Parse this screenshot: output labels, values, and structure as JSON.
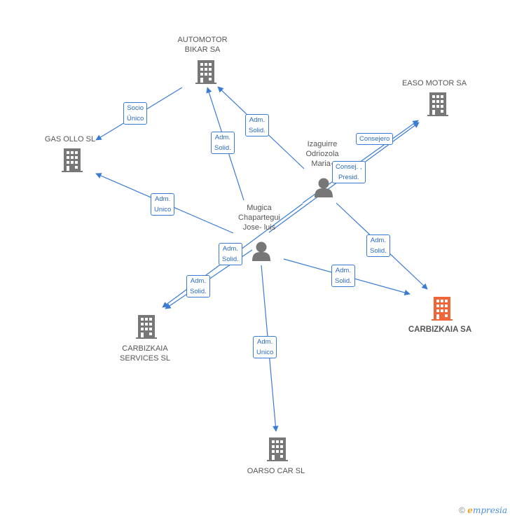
{
  "nodes": {
    "automotor_bikar": {
      "name": "AUTOMOTOR BIKAR SA",
      "lines": [
        "AUTOMOTOR",
        "BIKAR SA"
      ]
    },
    "easo_motor": {
      "name": "EASO MOTOR SA",
      "lines": [
        "EASO MOTOR SA"
      ]
    },
    "gas_ollo": {
      "name": "GAS OLLO SL",
      "lines": [
        "GAS OLLO SL"
      ]
    },
    "izaguirre": {
      "name": "Izaguirre Odriozola Maria-",
      "lines": [
        "Izaguirre",
        "Odriozola",
        "Maria-"
      ]
    },
    "mugica": {
      "name": "Mugica Chapartegui Jose- luis",
      "lines": [
        "Mugica",
        "Chapartegui",
        "Jose- luis"
      ]
    },
    "carbizkaia_sa": {
      "name": "CARBIZKAIA SA",
      "lines": [
        "CARBIZKAIA SA"
      ]
    },
    "carbizkaia_services": {
      "name": "CARBIZKAIA SERVICES SL",
      "lines": [
        "CARBIZKAIA",
        "SERVICES SL"
      ]
    },
    "oarso_car": {
      "name": "OARSO CAR SL",
      "lines": [
        "OARSO CAR SL"
      ]
    }
  },
  "edges": [
    {
      "id": "e1",
      "from": "automotor_bikar",
      "to": "gas_ollo",
      "lines": [
        "Socio",
        "Único"
      ]
    },
    {
      "id": "e2",
      "from": "izaguirre",
      "to": "automotor_bikar",
      "lines": [
        "Adm.",
        "Solid."
      ]
    },
    {
      "id": "e3",
      "from": "mugica",
      "to": "automotor_bikar",
      "lines": [
        "Adm.",
        "Solid."
      ]
    },
    {
      "id": "e4",
      "from": "mugica",
      "to": "gas_ollo",
      "lines": [
        "Adm.",
        "Unico"
      ]
    },
    {
      "id": "e5",
      "from": "izaguirre",
      "to": "easo_motor",
      "lines": [
        "Consejero"
      ]
    },
    {
      "id": "e6",
      "from": "mugica",
      "to": "easo_motor",
      "lines": [
        "Consej. ,",
        "Presid."
      ]
    },
    {
      "id": "e7",
      "from": "izaguirre",
      "to": "carbizkaia_sa",
      "lines": [
        "Adm.",
        "Solid."
      ]
    },
    {
      "id": "e8",
      "from": "mugica",
      "to": "carbizkaia_sa",
      "lines": [
        "Adm.",
        "Solid."
      ]
    },
    {
      "id": "e9",
      "from": "izaguirre",
      "to": "carbizkaia_services",
      "lines": [
        "Adm.",
        "Solid."
      ]
    },
    {
      "id": "e10",
      "from": "mugica",
      "to": "carbizkaia_services",
      "lines": [
        "Adm.",
        "Solid."
      ]
    },
    {
      "id": "e11",
      "from": "mugica",
      "to": "oarso_car",
      "lines": [
        "Adm.",
        "Unico"
      ]
    }
  ],
  "colors": {
    "edge": "#3a7bd5",
    "building": "#777777",
    "focus_building": "#f0663a",
    "person": "#777777"
  },
  "footer": {
    "copyright": "©",
    "brand_initial": "e",
    "brand_rest": "mpresia"
  }
}
